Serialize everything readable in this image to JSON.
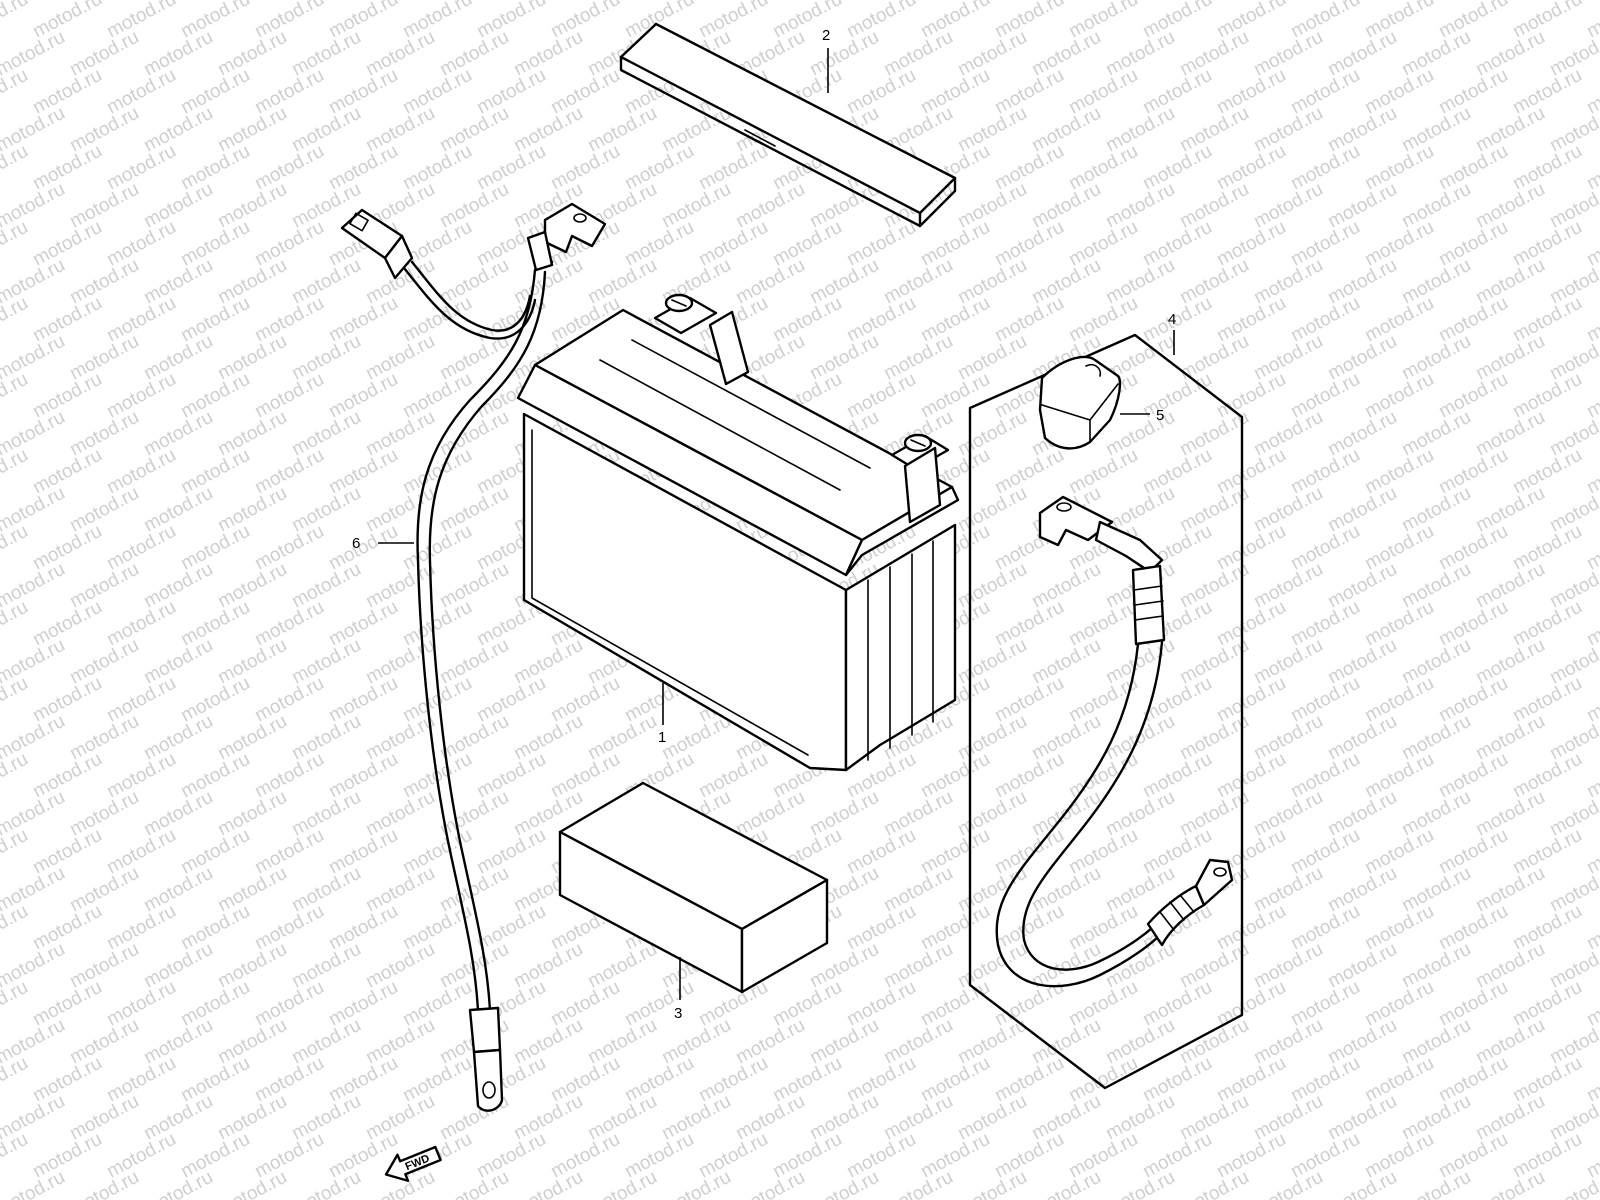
{
  "watermark": {
    "text": "motod.ru",
    "color": "#cfcfcf"
  },
  "callouts": [
    {
      "id": "1",
      "label": "1"
    },
    {
      "id": "2",
      "label": "2"
    },
    {
      "id": "3",
      "label": "3"
    },
    {
      "id": "4",
      "label": "4"
    },
    {
      "id": "5",
      "label": "5"
    },
    {
      "id": "6",
      "label": "6"
    }
  ],
  "direction_marker": {
    "label": "FWD"
  },
  "line_color": "#000000",
  "background_color": "#ffffff"
}
